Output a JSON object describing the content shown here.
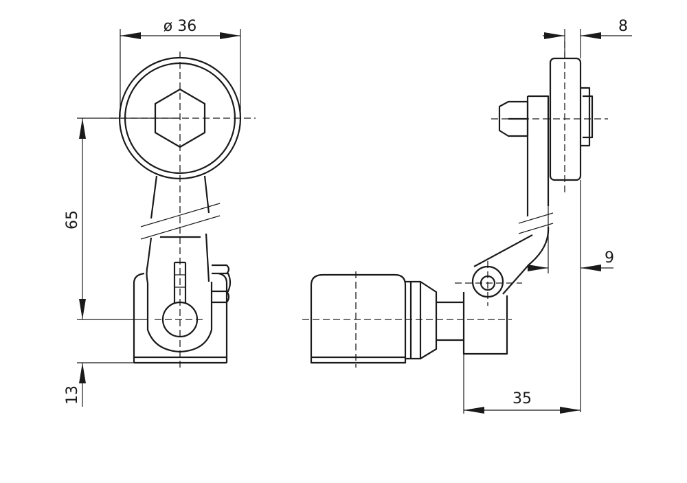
{
  "dimensions": {
    "roller_diameter": "ø 36",
    "roller_width": "8",
    "lever_length": "65",
    "offset": "9",
    "base_height": "13",
    "horizontal_extent": "35"
  }
}
